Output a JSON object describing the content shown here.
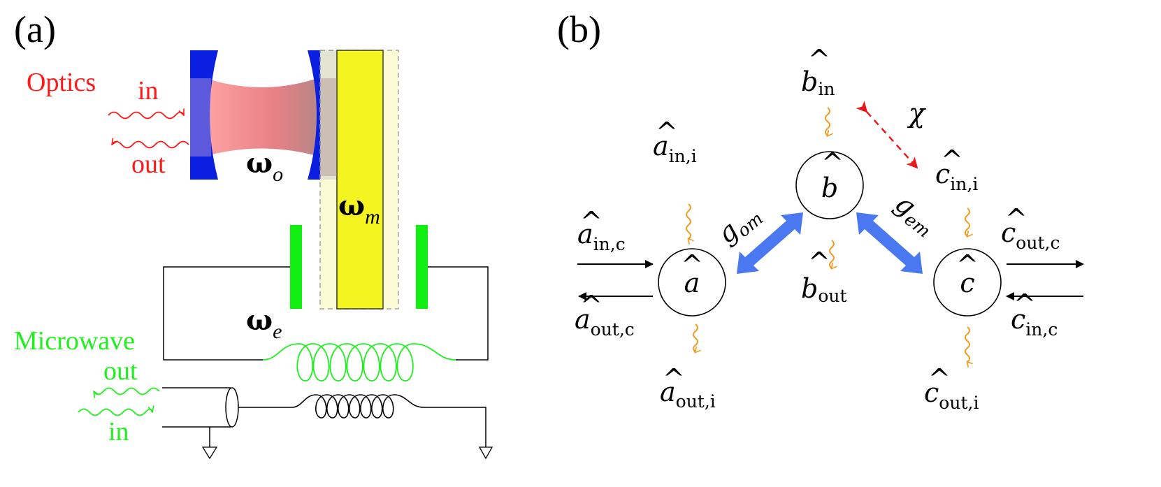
{
  "panel_a": {
    "label": "(a)",
    "optics_label": "Optics",
    "optics_in": "in",
    "optics_out": "out",
    "omega_o_symbol": "ω",
    "omega_o_sub": "o",
    "omega_m_symbol": "ω",
    "omega_m_sub": "m",
    "omega_e_symbol": "ω",
    "omega_e_sub": "e",
    "microwave_label": "Microwave",
    "microwave_out": "out",
    "microwave_in": "in"
  },
  "panel_b": {
    "label": "(b)",
    "nodes": [
      {
        "letter": "a"
      },
      {
        "letter": "b"
      },
      {
        "letter": "c"
      }
    ],
    "ports": {
      "a_in_c": {
        "letter": "a",
        "sub": "in,c"
      },
      "a_out_c": {
        "letter": "a",
        "sub": "out,c"
      },
      "a_in_i": {
        "letter": "a",
        "sub": "in,i"
      },
      "a_out_i": {
        "letter": "a",
        "sub": "out,i"
      },
      "b_in": {
        "letter": "b",
        "sub": "in"
      },
      "b_out": {
        "letter": "b",
        "sub": "out"
      },
      "c_in_i": {
        "letter": "c",
        "sub": "in,i"
      },
      "c_out_i": {
        "letter": "c",
        "sub": "out,i"
      },
      "c_out_c": {
        "letter": "c",
        "sub": "out,c"
      },
      "c_in_c": {
        "letter": "c",
        "sub": "in,c"
      }
    },
    "coupling_om": {
      "letter": "g",
      "sub": "om"
    },
    "coupling_em": {
      "letter": "g",
      "sub": "em"
    },
    "chi": "χ"
  },
  "colors": {
    "mirror_blue": "#0b1fe0",
    "beam_red": "#f07878",
    "membrane_yellow": "#f4f420",
    "capacitor_green": "#11ee11",
    "optics_red": "#ff1a1a",
    "microwave_green": "#22ee22",
    "coupling_arrow_blue": "#4a78f0",
    "chi_arrow_red": "#e81818",
    "noise_orange": "#f59a20"
  }
}
